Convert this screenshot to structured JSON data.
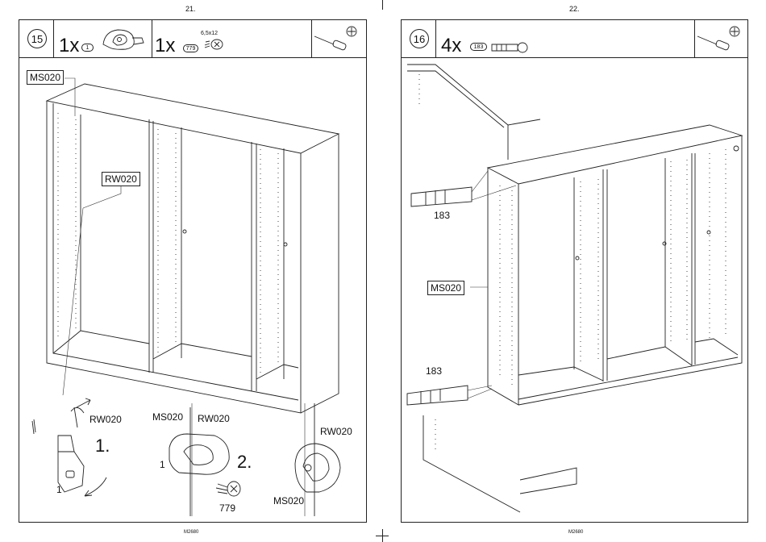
{
  "left_page": {
    "page_number": "21.",
    "step_number": "15",
    "parts": [
      {
        "qty": "1x",
        "part_id": "1"
      },
      {
        "qty": "1x",
        "part_id": "779",
        "spec": "6,5x12"
      }
    ],
    "callouts": {
      "side_panel": "MS020",
      "back_panel": "RW020"
    },
    "details": {
      "bracket_step_label": "1.",
      "bracket_part_number": "1",
      "bracket_panel_label": "RW020",
      "middle_side_label": "MS020",
      "middle_back_label": "RW020",
      "middle_part_number": "1",
      "screw_step_label": "2.",
      "screw_part_number": "779",
      "right_back_label": "RW020",
      "right_side_label": "MS020"
    },
    "footer": "M2680"
  },
  "right_page": {
    "page_number": "22.",
    "step_number": "16",
    "parts": [
      {
        "qty": "4x",
        "part_id": "183"
      }
    ],
    "callouts": {
      "dowel_top": "183",
      "side_panel": "MS020",
      "dowel_bottom": "183"
    },
    "footer": "M2680"
  },
  "icons": [
    "screwdriver-icon",
    "phillips-icon",
    "bracket-icon",
    "screw-icon",
    "dowel-icon"
  ]
}
